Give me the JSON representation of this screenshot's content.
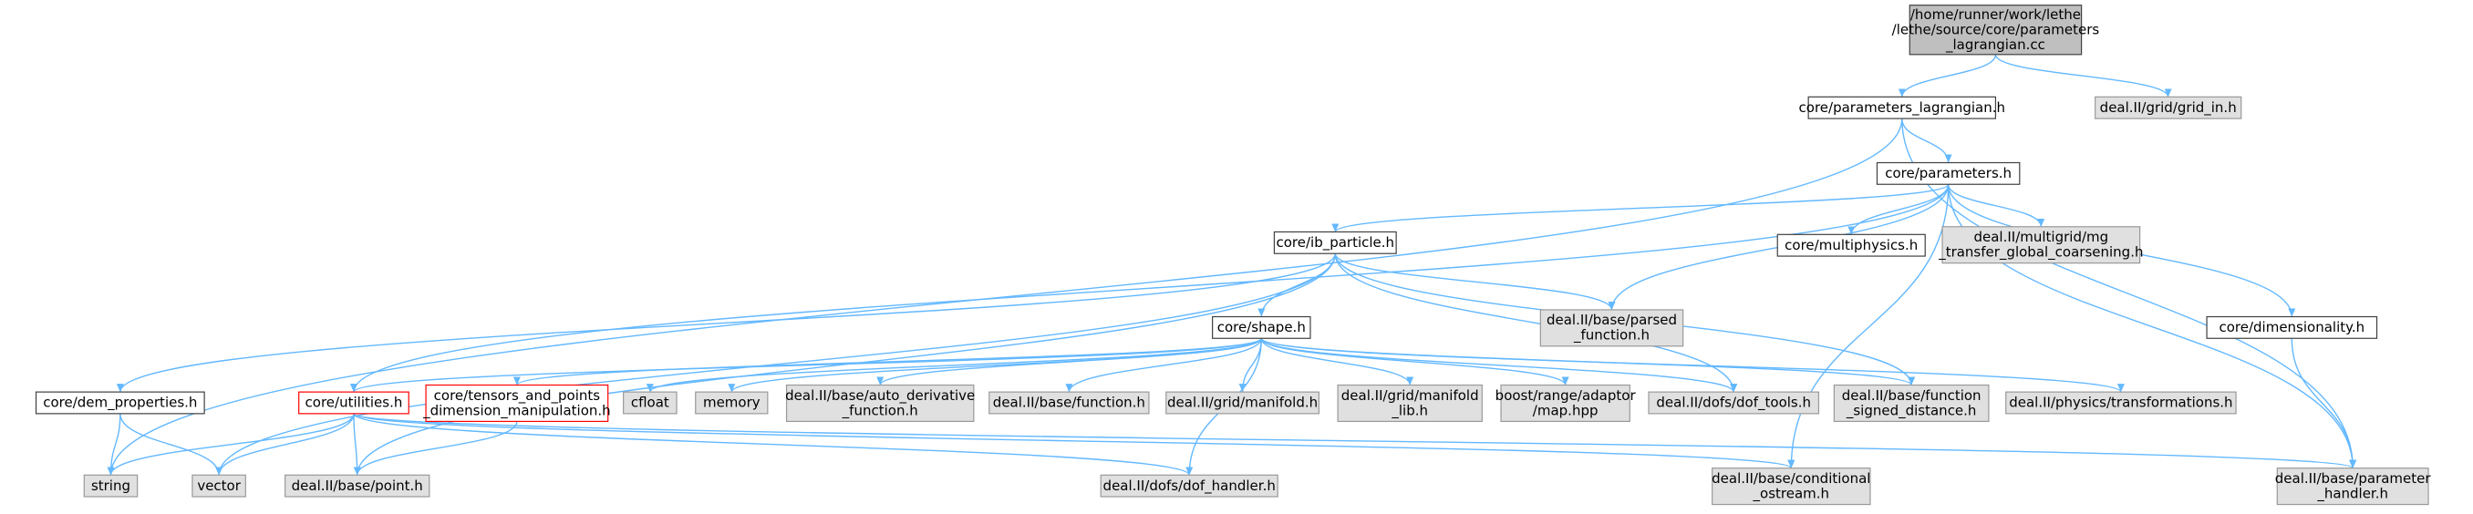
{
  "colors": {
    "root_fill": "#bfbfbf",
    "root_stroke": "#404040",
    "local_fill": "#ffffff",
    "local_stroke": "#404040",
    "external_fill": "#e0e0e0",
    "external_stroke": "#999999",
    "incomplete_stroke": "#ff0000",
    "edge": "#63b8ff"
  },
  "nodes": [
    {
      "id": "root",
      "kind": "root",
      "lines": [
        "/home/runner/work/lethe",
        "/lethe/source/core/parameters",
        "_lagrangian.cc"
      ]
    },
    {
      "id": "param_lag_h",
      "kind": "local",
      "lines": [
        "core/parameters_lagrangian.h"
      ]
    },
    {
      "id": "grid_in",
      "kind": "external",
      "lines": [
        "deal.II/grid/grid_in.h"
      ]
    },
    {
      "id": "parameters_h",
      "kind": "local",
      "lines": [
        "core/parameters.h"
      ]
    },
    {
      "id": "ib_particle",
      "kind": "local",
      "lines": [
        "core/ib_particle.h"
      ]
    },
    {
      "id": "multiphysics",
      "kind": "local",
      "lines": [
        "core/multiphysics.h"
      ]
    },
    {
      "id": "mg_transfer",
      "kind": "external",
      "lines": [
        "deal.II/multigrid/mg",
        "_transfer_global_coarsening.h"
      ]
    },
    {
      "id": "parsed_function",
      "kind": "external",
      "lines": [
        "deal.II/base/parsed",
        "_function.h"
      ]
    },
    {
      "id": "dimensionality",
      "kind": "local",
      "lines": [
        "core/dimensionality.h"
      ]
    },
    {
      "id": "shape_h",
      "kind": "local",
      "lines": [
        "core/shape.h"
      ]
    },
    {
      "id": "dem_properties",
      "kind": "local",
      "lines": [
        "core/dem_properties.h"
      ]
    },
    {
      "id": "utilities",
      "kind": "incomplete",
      "lines": [
        "core/utilities.h"
      ]
    },
    {
      "id": "tensors",
      "kind": "incomplete",
      "lines": [
        "core/tensors_and_points",
        "_dimension_manipulation.h"
      ]
    },
    {
      "id": "cfloat",
      "kind": "external",
      "lines": [
        "cfloat"
      ]
    },
    {
      "id": "memory",
      "kind": "external",
      "lines": [
        "memory"
      ]
    },
    {
      "id": "auto_derivative",
      "kind": "external",
      "lines": [
        "deal.II/base/auto_derivative",
        "_function.h"
      ]
    },
    {
      "id": "base_function",
      "kind": "external",
      "lines": [
        "deal.II/base/function.h"
      ]
    },
    {
      "id": "grid_manifold",
      "kind": "external",
      "lines": [
        "deal.II/grid/manifold.h"
      ]
    },
    {
      "id": "manifold_lib",
      "kind": "external",
      "lines": [
        "deal.II/grid/manifold",
        "_lib.h"
      ]
    },
    {
      "id": "boost_map",
      "kind": "external",
      "lines": [
        "boost/range/adaptor",
        "/map.hpp"
      ]
    },
    {
      "id": "dof_tools",
      "kind": "external",
      "lines": [
        "deal.II/dofs/dof_tools.h"
      ]
    },
    {
      "id": "signed_distance",
      "kind": "external",
      "lines": [
        "deal.II/base/function",
        "_signed_distance.h"
      ]
    },
    {
      "id": "transformations",
      "kind": "external",
      "lines": [
        "deal.II/physics/transformations.h"
      ]
    },
    {
      "id": "string",
      "kind": "external",
      "lines": [
        "string"
      ]
    },
    {
      "id": "vector",
      "kind": "external",
      "lines": [
        "vector"
      ]
    },
    {
      "id": "point_h",
      "kind": "external",
      "lines": [
        "deal.II/base/point.h"
      ]
    },
    {
      "id": "dof_handler",
      "kind": "external",
      "lines": [
        "deal.II/dofs/dof_handler.h"
      ]
    },
    {
      "id": "cond_ostream",
      "kind": "external",
      "lines": [
        "deal.II/base/conditional",
        "_ostream.h"
      ]
    },
    {
      "id": "param_handler",
      "kind": "external",
      "lines": [
        "deal.II/base/parameter",
        "_handler.h"
      ]
    }
  ],
  "edges": [
    [
      "root",
      "param_lag_h"
    ],
    [
      "root",
      "grid_in"
    ],
    [
      "param_lag_h",
      "parameters_h"
    ],
    [
      "param_lag_h",
      "string"
    ],
    [
      "param_lag_h",
      "param_handler"
    ],
    [
      "parameters_h",
      "ib_particle"
    ],
    [
      "parameters_h",
      "multiphysics"
    ],
    [
      "parameters_h",
      "mg_transfer"
    ],
    [
      "parameters_h",
      "parsed_function"
    ],
    [
      "parameters_h",
      "dimensionality"
    ],
    [
      "parameters_h",
      "utilities"
    ],
    [
      "parameters_h",
      "cond_ostream"
    ],
    [
      "parameters_h",
      "param_handler"
    ],
    [
      "ib_particle",
      "shape_h"
    ],
    [
      "ib_particle",
      "dem_properties"
    ],
    [
      "ib_particle",
      "parsed_function"
    ],
    [
      "ib_particle",
      "vector"
    ],
    [
      "ib_particle",
      "point_h"
    ],
    [
      "ib_particle",
      "dof_tools"
    ],
    [
      "ib_particle",
      "signed_distance"
    ],
    [
      "dimensionality",
      "param_handler"
    ],
    [
      "shape_h",
      "utilities"
    ],
    [
      "shape_h",
      "tensors"
    ],
    [
      "shape_h",
      "cfloat"
    ],
    [
      "shape_h",
      "memory"
    ],
    [
      "shape_h",
      "auto_derivative"
    ],
    [
      "shape_h",
      "base_function"
    ],
    [
      "shape_h",
      "grid_manifold"
    ],
    [
      "shape_h",
      "manifold_lib"
    ],
    [
      "shape_h",
      "boost_map"
    ],
    [
      "shape_h",
      "dof_tools"
    ],
    [
      "shape_h",
      "signed_distance"
    ],
    [
      "shape_h",
      "transformations"
    ],
    [
      "shape_h",
      "dof_handler"
    ],
    [
      "dem_properties",
      "string"
    ],
    [
      "dem_properties",
      "vector"
    ],
    [
      "utilities",
      "string"
    ],
    [
      "utilities",
      "vector"
    ],
    [
      "utilities",
      "point_h"
    ],
    [
      "utilities",
      "dof_handler"
    ],
    [
      "utilities",
      "cond_ostream"
    ],
    [
      "utilities",
      "param_handler"
    ],
    [
      "tensors",
      "point_h"
    ]
  ]
}
